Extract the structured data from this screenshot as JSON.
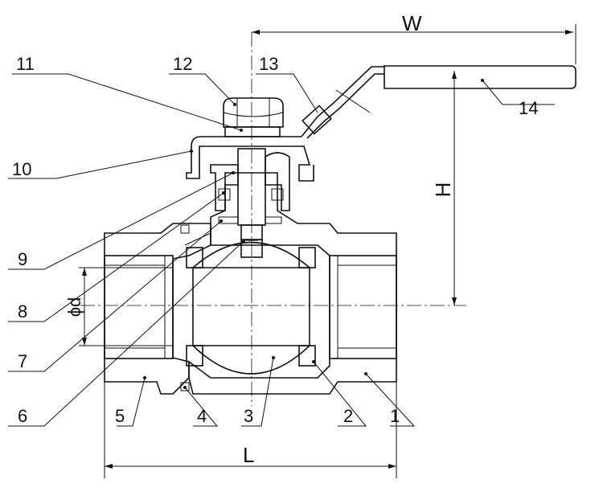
{
  "drawing": {
    "dimensions": {
      "width": "W",
      "height": "H",
      "length": "L",
      "bore": "ϕd"
    },
    "callouts": [
      "1",
      "2",
      "3",
      "4",
      "5",
      "6",
      "7",
      "8",
      "9",
      "10",
      "11",
      "12",
      "13",
      "14"
    ],
    "colors": {
      "line": "#111111",
      "background": "#ffffff"
    }
  }
}
